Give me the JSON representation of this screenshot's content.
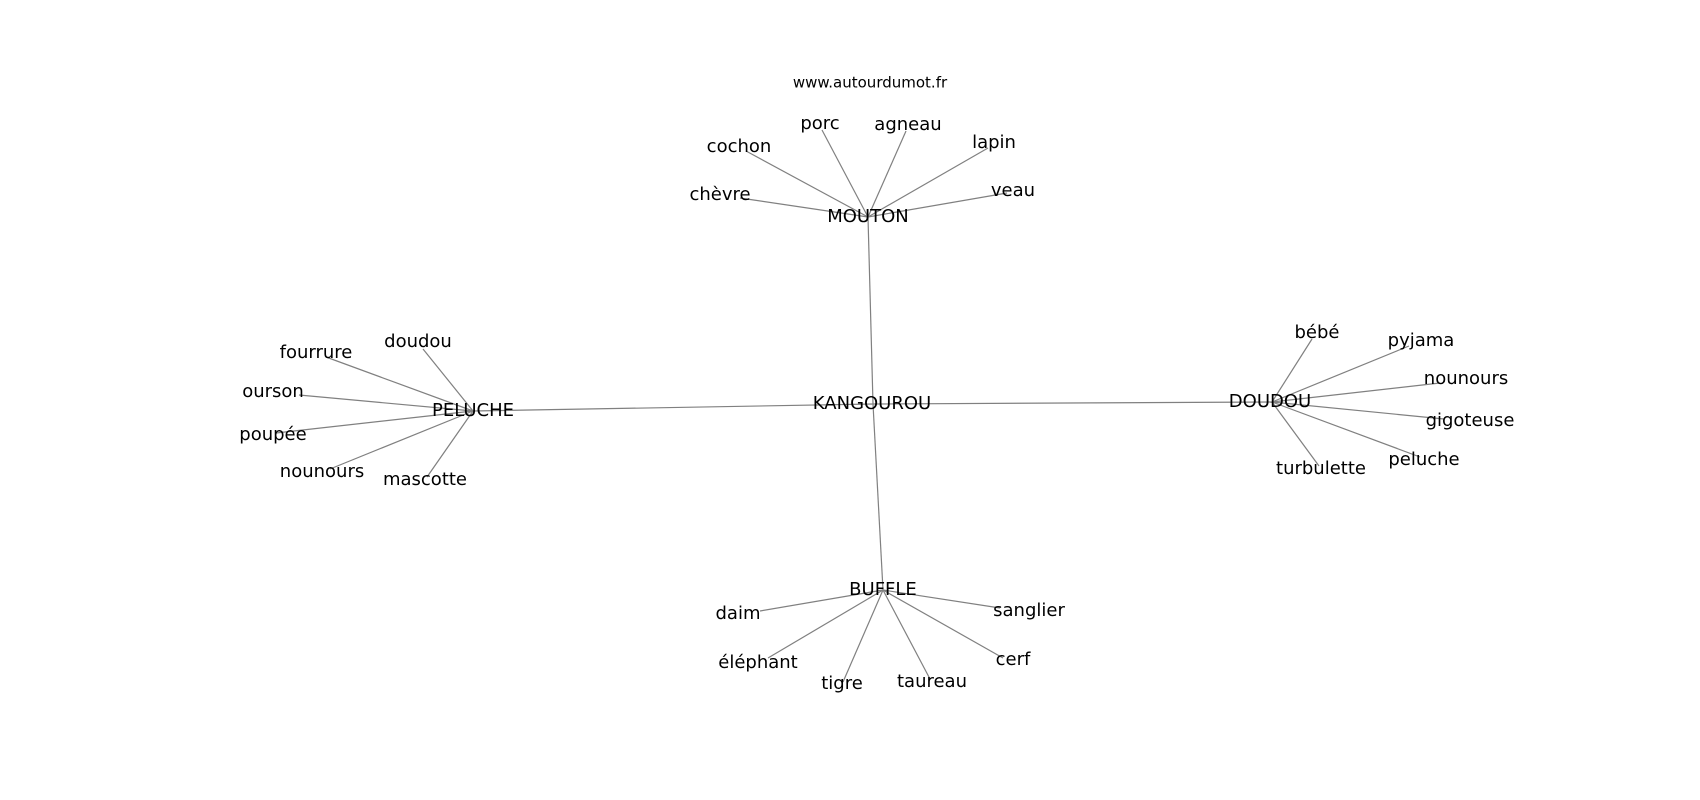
{
  "site": "www.autourdumot.fr",
  "center": "KANGOUROU",
  "clusters": [
    {
      "hub": "MOUTON",
      "leaves": [
        "porc",
        "agneau",
        "cochon",
        "lapin",
        "chèvre",
        "veau"
      ]
    },
    {
      "hub": "PELUCHE",
      "leaves": [
        "doudou",
        "fourrure",
        "ourson",
        "poupée",
        "nounours",
        "mascotte"
      ]
    },
    {
      "hub": "DOUDOU",
      "leaves": [
        "bébé",
        "pyjama",
        "nounours",
        "gigoteuse",
        "peluche",
        "turbulette"
      ]
    },
    {
      "hub": "BUFFLE",
      "leaves": [
        "daim",
        "sanglier",
        "éléphant",
        "cerf",
        "tigre",
        "taureau"
      ]
    }
  ]
}
